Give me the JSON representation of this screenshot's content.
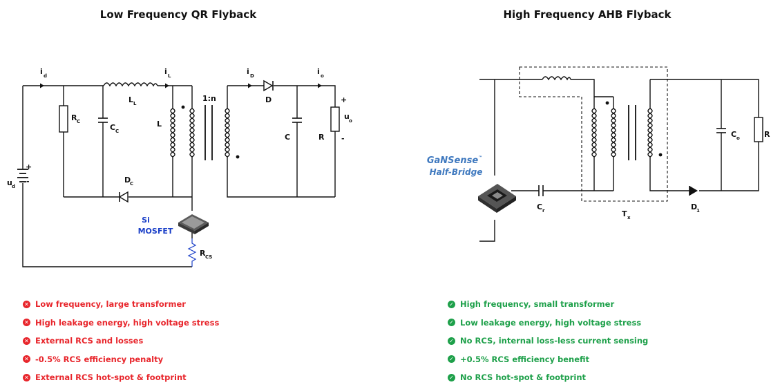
{
  "left": {
    "title": "Low Frequency QR Flyback",
    "currents": {
      "id": "i",
      "id_sub": "d",
      "il": "i",
      "il_sub": "L",
      "iD": "i",
      "iD_sub": "D",
      "io": "i",
      "io_sub": "o"
    },
    "components": {
      "rc": "R",
      "rc_sub": "C",
      "cc": "C",
      "cc_sub": "C",
      "ll": "L",
      "ll_sub": "L",
      "l": "L",
      "ratio": "1:n",
      "d": "D",
      "c": "C",
      "r": "R",
      "uo": "u",
      "uo_sub": "o",
      "plus": "+",
      "minus": "-",
      "ud": "u",
      "ud_sub": "d",
      "dc": "D",
      "dc_sub": "C",
      "rcs": "R",
      "rcs_sub": "CS"
    },
    "switch_label_1": "Si",
    "switch_label_2": "MOSFET",
    "bullets": [
      "Low frequency, large transformer",
      "High leakage energy, high voltage stress",
      "External RCS and losses",
      "-0.5% RCS efficiency penalty",
      "External RCS hot-spot & footprint"
    ],
    "bullet_icon": "x-circle-icon",
    "bullet_color": "#e8262c"
  },
  "right": {
    "title": "High Frequency AHB Flyback",
    "brand_1a": "GaN",
    "brand_1b": "Sense",
    "brand_tm": "™",
    "brand_2": "Half-Bridge",
    "components": {
      "cr": "C",
      "cr_sub": "r",
      "tx": "T",
      "tx_sub": "x",
      "co": "C",
      "co_sub": "o",
      "r": "R",
      "d1": "D",
      "d1_sub": "1"
    },
    "bullets": [
      "High frequency, small transformer",
      "Low leakage energy, high voltage stress",
      "No RCS, internal loss-less current sensing",
      "+0.5% RCS efficiency benefit",
      "No RCS hot-spot & footprint"
    ],
    "bullet_icon": "check-circle-icon",
    "bullet_color": "#1ea04a"
  }
}
